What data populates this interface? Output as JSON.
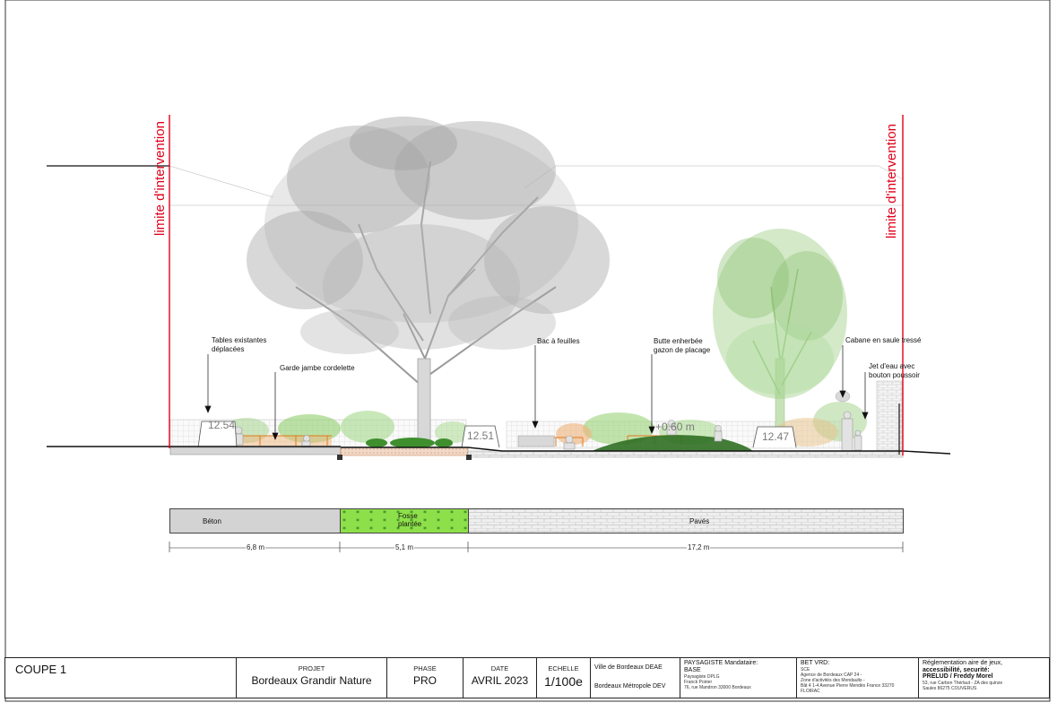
{
  "section": {
    "limit_label_left": "limite d'intervention",
    "limit_label_right": "limite d'intervention",
    "annotations": {
      "tables": [
        "Tables existantes",
        "déplacées"
      ],
      "garde_jambe": "Garde jambe cordelette",
      "bac": "Bac à feuilles",
      "butte": [
        "Butte enherbée",
        "gazon de placage"
      ],
      "cabane": "Cabane en saule tressé",
      "jet": [
        "Jet d'eau avec",
        "bouton poussoir"
      ]
    },
    "levels": {
      "left": "12.54",
      "center": "12.51",
      "butte": "+0.60 m",
      "right": "12.47"
    }
  },
  "materials": [
    {
      "label": "Béton",
      "dimension": "6,8 m"
    },
    {
      "label": "Fosse plantée",
      "dimension": "5,1 m"
    },
    {
      "label": "Pavés",
      "dimension": "17,2 m"
    }
  ],
  "colors": {
    "limit_red": "#e0001b",
    "beton": "#d3d3d3",
    "fosse": "#8ee04a",
    "paves": "#ececec",
    "tree_grey": "#8a8a8a",
    "tree_green": "#9dcf84"
  },
  "titleblock": {
    "drawing_title": "COUPE 1",
    "projet_label": "PROJET",
    "projet_value": "Bordeaux Grandir Nature",
    "phase_label": "PHASE",
    "phase_value": "PRO",
    "date_label": "DATE",
    "date_value": "AVRIL 2023",
    "echelle_label": "ECHELLE",
    "echelle_value": "1/100e",
    "client_1": "Ville de Bordeaux DEAE",
    "client_2": "Bordeaux Métropole DEV",
    "paysagiste_title": "PAYSAGISTE Mandataire:",
    "paysagiste_name": "BASE",
    "paysagiste_lines": [
      "Paysagiste DPLG",
      "Franck Poirier",
      "76, rue Mandron 33000 Bordeaux"
    ],
    "bet_title": "BET VRD:",
    "bet_lines": [
      "SCE",
      "Agence de Bordeaux CAP 24 -",
      "Zone d'activités des Mondaults -",
      "Bât 4 1-4 Avenue Pierre Mendès France 33270",
      "FLOIRAC"
    ],
    "regl_title": "Réglementation  aire de jeux,",
    "regl_line2": "accessibilité, securité:",
    "regl_line3": "PRELUD / Freddy Morel",
    "regl_lines": [
      "53, rue Carbon Thérlaut - ZA des quinze",
      "Saules 86275 COUVERUS"
    ]
  }
}
